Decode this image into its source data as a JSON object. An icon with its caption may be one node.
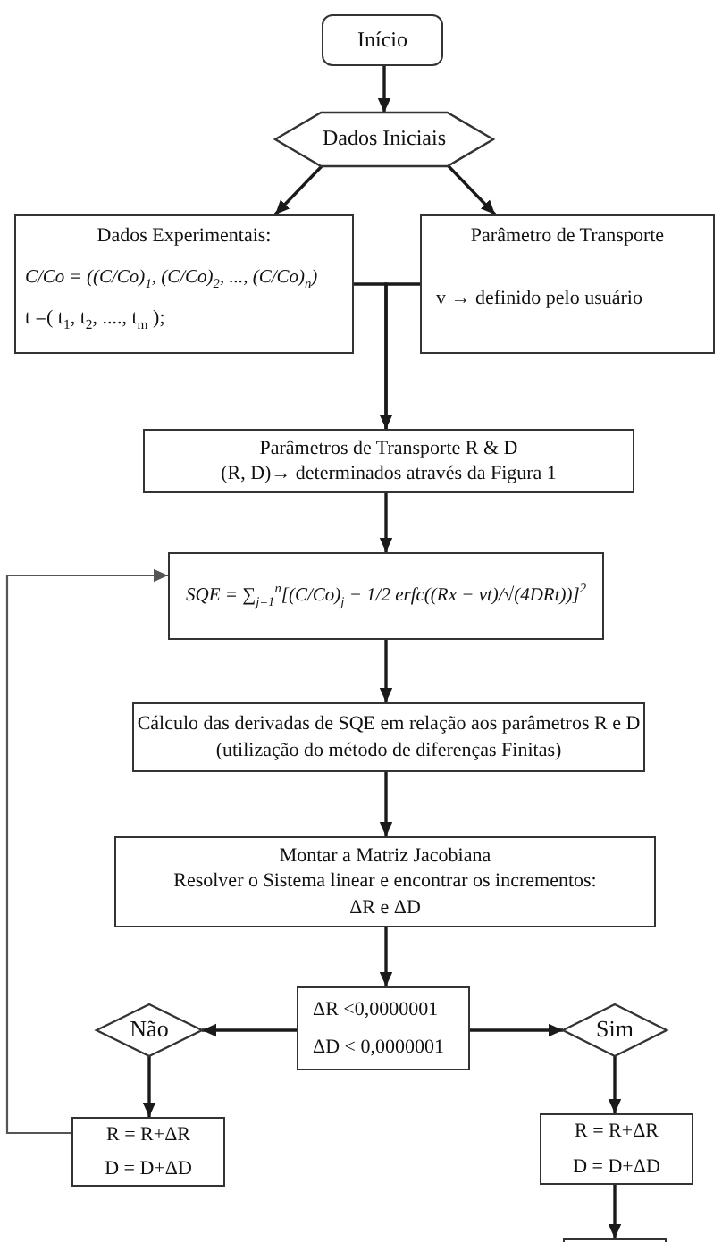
{
  "diagram": {
    "nodes": [
      {
        "text": [
          "Início"
        ]
      },
      {
        "text": [
          "Dados Iniciais"
        ]
      },
      {
        "text": [
          "Dados Experimentais:",
          "C/Co = ((C/Co)$_{1}$, (C/Co)$_{2}$, ..., (C/Co)$_{n}$)",
          "t =( t$_{1}$, t$_{2}$, ...., t$_{m}$ );"
        ]
      },
      {
        "text": [
          "Parâmetro de Transporte",
          "v → definido pelo usuário"
        ]
      },
      {
        "text": [
          "Parâmetros de Transporte R & D",
          "(R, D)→ determinados através da Figura 1"
        ]
      },
      {
        "text": [
          "SQE = ∑$_{j=1}$$^{n}$[(C/Co)$_{j}$ − 1/2 erfc((Rx − vt)/√(4DRt))]$^{2}$"
        ]
      },
      {
        "text": [
          "Cálculo das derivadas de SQE em relação aos parâmetros R e D",
          "(utilização do método de diferenças Finitas)"
        ]
      },
      {
        "text": [
          "Montar a Matriz Jacobiana",
          "Resolver o Sistema linear e encontrar os incrementos: ΔR e ΔD"
        ]
      },
      {
        "text": [
          "ΔR <0,0000001",
          "ΔD < 0,0000001"
        ]
      },
      {
        "text": [
          "Não"
        ]
      },
      {
        "text": [
          "Sim"
        ]
      },
      {
        "text": [
          "R = R+ΔR",
          "D = D+ΔD"
        ]
      },
      {
        "text": [
          "R = R+ΔR",
          "D = D+ΔD"
        ]
      },
      {
        "text": [],
        "shape": "box"
      }
    ],
    "edges": [
      {
        "from": 0,
        "to": 1,
        "arrow": "to"
      },
      {
        "from": 1,
        "to": 2,
        "arrow": "to"
      },
      {
        "from": 1,
        "to": 3,
        "arrow": "to"
      },
      {
        "from": 2,
        "to": 4,
        "arrow": "to"
      },
      {
        "from": 3,
        "to": 4,
        "arrow": "to"
      },
      {
        "from": 4,
        "to": 5,
        "arrow": "to"
      },
      {
        "from": 5,
        "to": 6,
        "arrow": "to"
      },
      {
        "from": 6,
        "to": 7,
        "arrow": "to"
      },
      {
        "from": 7,
        "to": 8,
        "arrow": "to"
      },
      {
        "from": 8,
        "to": 9,
        "arrow": "to"
      },
      {
        "from": 8,
        "to": 10,
        "arrow": "to"
      },
      {
        "from": 9,
        "to": 11,
        "arrow": "to"
      },
      {
        "from": 10,
        "to": 12,
        "arrow": "to"
      },
      {
        "from": 11,
        "to": 5,
        "arrow": "to",
        "color": "#555555"
      },
      {
        "from": 12,
        "to": 13,
        "arrow": "to"
      }
    ]
  }
}
